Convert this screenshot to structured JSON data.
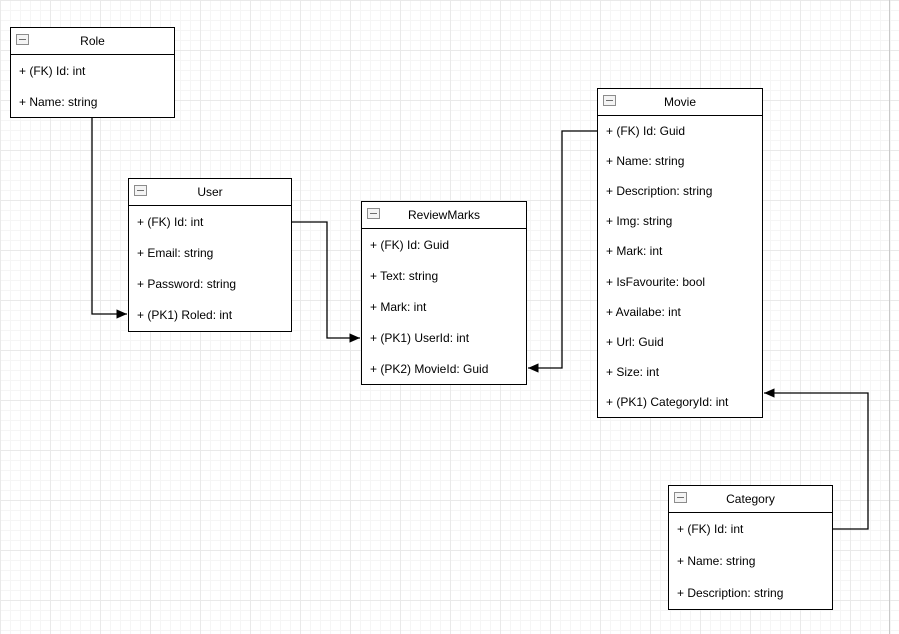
{
  "diagram": {
    "entities": [
      {
        "id": "role",
        "title": "Role",
        "fields": [
          "+ (FK) Id: int",
          "+ Name: string"
        ]
      },
      {
        "id": "user",
        "title": "User",
        "fields": [
          "+ (FK) Id: int",
          "+ Email: string",
          "+ Password: string",
          "+ (PK1) Roled: int"
        ]
      },
      {
        "id": "reviewmarks",
        "title": "ReviewMarks",
        "fields": [
          "+ (FK) Id: Guid",
          "+ Text: string",
          "+ Mark: int",
          "+ (PK1) UserId: int",
          "+ (PK2) MovieId: Guid"
        ]
      },
      {
        "id": "movie",
        "title": "Movie",
        "fields": [
          "+ (FK) Id: Guid",
          "+ Name: string",
          "+ Description: string",
          "+ Img: string",
          "+ Mark: int",
          "+ IsFavourite: bool",
          "+ Availabe: int",
          "+ Url: Guid",
          "+ Size: int",
          "+ (PK1) CategoryId: int"
        ]
      },
      {
        "id": "category",
        "title": "Category",
        "fields": [
          "+ (FK) Id: int",
          "+ Name: string",
          "+ Description: string"
        ]
      }
    ],
    "connectors": [
      {
        "from": "Role",
        "to": "User.Roled"
      },
      {
        "from": "User.Id",
        "to": "ReviewMarks.UserId"
      },
      {
        "from": "Movie.Id",
        "to": "ReviewMarks.MovieId"
      },
      {
        "from": "Category.Id",
        "to": "Movie.CategoryId"
      }
    ],
    "colors": {
      "shape_border": "#000000",
      "shape_fill": "#ffffff",
      "text": "#000000",
      "connector": "#000000",
      "grid_minor": "#f5f5f5",
      "grid_major": "#e9e9e9",
      "page_edge": "#c9c9c9"
    }
  }
}
